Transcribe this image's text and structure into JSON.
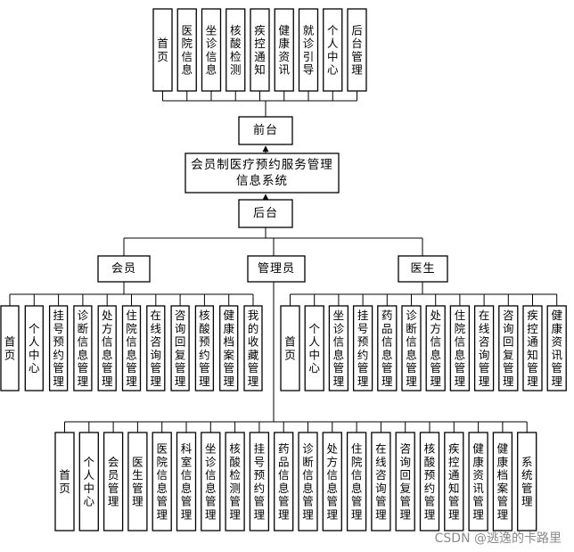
{
  "frontend": {
    "label": "前台",
    "items": [
      "首页",
      "医院信息",
      "坐诊信息",
      "核酸检测",
      "疾控通知",
      "健康资讯",
      "就诊引导",
      "个人中心",
      "后台管理"
    ]
  },
  "system": {
    "label": "会员制医疗预约服务管理信息系统",
    "lines": [
      "会员制医疗预约服务管理",
      "信息系统"
    ]
  },
  "backend": {
    "label": "后台"
  },
  "roles": {
    "member": {
      "label": "会员",
      "items": [
        "首页",
        "个人中心",
        "挂号预约管理",
        "诊断信息管理",
        "处方信息管理",
        "住院信息管理",
        "在线咨询管理",
        "咨询回复管理",
        "核酸预约管理",
        "健康档案管理",
        "我的收藏管理"
      ]
    },
    "admin": {
      "label": "管理员",
      "items": [
        "首页",
        "个人中心",
        "会员管理",
        "医生管理",
        "医院信息管理",
        "科室信息管理",
        "坐诊信息管理",
        "核酸检测管理",
        "挂号预约管理",
        "药品信息管理",
        "诊断信息管理",
        "处方信息管理",
        "住院信息管理",
        "在线咨询管理",
        "咨询回复管理",
        "核酸预约管理",
        "疾控通知管理",
        "健康资讯管理",
        "健康档案管理",
        "系统管理"
      ]
    },
    "doctor": {
      "label": "医生",
      "items": [
        "首页",
        "个人中心",
        "坐诊信息管理",
        "挂号预约管理",
        "药品信息管理",
        "诊断信息管理",
        "处方信息管理",
        "住院信息管理",
        "在线咨询管理",
        "咨询回复管理",
        "疾控通知管理",
        "健康资讯管理"
      ]
    }
  },
  "watermark": "CSDN @逃逸的卡路里"
}
